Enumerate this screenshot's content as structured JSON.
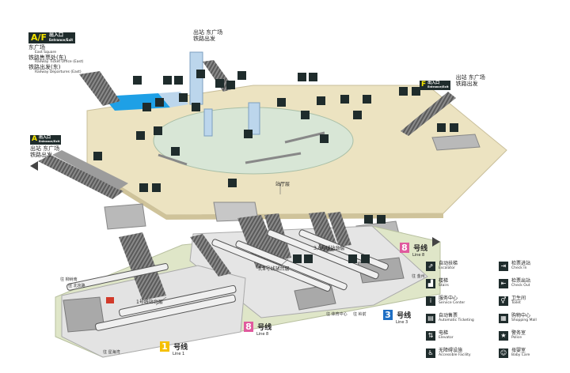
{
  "legend_top": {
    "badge_code": "A/F",
    "badge_cn": "出入口",
    "badge_en": "Entrance/Exit",
    "items": [
      {
        "cn": "东广场",
        "en": "East Square"
      },
      {
        "cn": "铁路售票处(东)",
        "en": "Railway Ticket Office (East)"
      },
      {
        "cn": "铁路出发(东)",
        "en": "Railway Departures (East)"
      }
    ]
  },
  "exit_top": {
    "line1": "出站 东广场",
    "line2": "铁路出发"
  },
  "exit_F": {
    "code": "F",
    "cn": "出入口",
    "en": "Entrance/Exit",
    "line1": "出站 东广场",
    "line2": "铁路出发"
  },
  "exit_A": {
    "code": "A",
    "cn": "出入口",
    "en": "Entrance/Exit",
    "line1": "出站 东广场",
    "line2": "铁路出发"
  },
  "labels": {
    "concourse": "站厅层",
    "platform_1": "1号线站台层",
    "platform_38_a": "3,8号线站台层",
    "platform_38_b": "3,8号线站台层",
    "to_xingfu": "往 星海湾",
    "to_jinzhou": "往 金州",
    "to_left1": "往 柳树南",
    "to_left2": "往 北京路",
    "to_right1": "往 体育中心",
    "to_right2": "往 岭前"
  },
  "lines": [
    {
      "num": "1",
      "cn": "号线",
      "en": "Line 1",
      "color": "#f5c000"
    },
    {
      "num": "8",
      "cn": "号线",
      "en": "Line 8",
      "color": "#e05a9e"
    },
    {
      "num": "3",
      "cn": "号线",
      "en": "Line 3",
      "color": "#1f6fc4"
    },
    {
      "num": "8",
      "cn": "号线",
      "en": "Line 8",
      "color": "#e05a9e"
    }
  ],
  "legend_icons": [
    {
      "icon": "escalator-icon",
      "cn": "自动扶梯",
      "en": "Escalator",
      "glyph": "⇗"
    },
    {
      "icon": "stairs-icon",
      "cn": "楼梯",
      "en": "Stairs",
      "glyph": "▟"
    },
    {
      "icon": "service-center-icon",
      "cn": "服务中心",
      "en": "Service Center",
      "glyph": "i"
    },
    {
      "icon": "ticket-machine-icon",
      "cn": "自动售票",
      "en": "Automatic Ticketing",
      "glyph": "▤"
    },
    {
      "icon": "elevator-icon",
      "cn": "电梯",
      "en": "Elevator",
      "glyph": "⇅"
    },
    {
      "icon": "accessible-icon",
      "cn": "无障碍设施",
      "en": "Accessible Facility",
      "glyph": "♿"
    },
    {
      "icon": "check-in-icon",
      "cn": "检票进站",
      "en": "Check In",
      "glyph": "⇥"
    },
    {
      "icon": "check-out-icon",
      "cn": "检票出站",
      "en": "Check Out",
      "glyph": "⇤"
    },
    {
      "icon": "toilet-icon",
      "cn": "卫生间",
      "en": "Toilet",
      "glyph": "⚥"
    },
    {
      "icon": "shopping-icon",
      "cn": "购物中心",
      "en": "Shopping Mall",
      "glyph": "▦"
    },
    {
      "icon": "police-icon",
      "cn": "警务室",
      "en": "Police",
      "glyph": "★"
    },
    {
      "icon": "baby-care-icon",
      "cn": "母婴室",
      "en": "Baby Care",
      "glyph": "☺"
    }
  ],
  "colors": {
    "floor": "#ece3c1",
    "plaza": "#d8e6d6",
    "track_bed": "#dfe6c8",
    "wall": "#b9b9b9",
    "stair": "#777777",
    "icon_bg": "#1f2c2c",
    "glass": "#bcd6ec",
    "water": "#1ea0e6"
  }
}
